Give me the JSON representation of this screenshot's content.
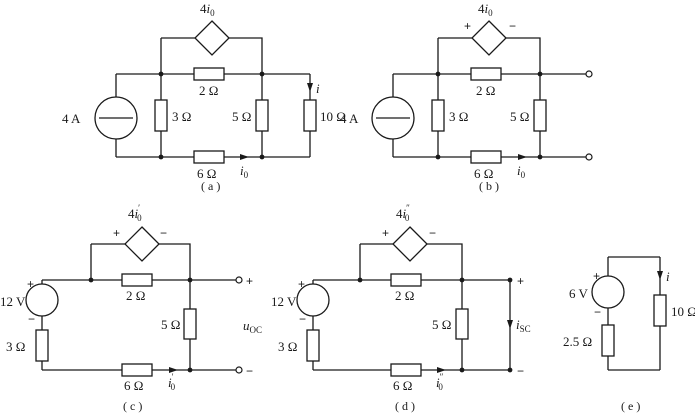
{
  "diagrams": {
    "a": {
      "caption": "( a )",
      "dep_source": {
        "coef": "4",
        "var": "i",
        "sub": "0"
      },
      "current_source": "4 A",
      "resistors": {
        "r2": "2 Ω",
        "r3": "3 Ω",
        "r5": "5 Ω",
        "r6": "6 Ω",
        "r10": "10 Ω"
      },
      "current_i": "i",
      "current_i0": {
        "var": "i",
        "sub": "0"
      }
    },
    "b": {
      "caption": "( b )",
      "dep_source": {
        "coef": "4",
        "var": "i",
        "sub": "0"
      },
      "plus": "+",
      "minus": "−",
      "current_source": "4 A",
      "resistors": {
        "r2": "2 Ω",
        "r3": "3 Ω",
        "r5": "5 Ω",
        "r6": "6 Ω"
      },
      "current_i0": {
        "var": "i",
        "sub": "0"
      }
    },
    "c": {
      "caption": "( c )",
      "dep_source": {
        "coef": "4",
        "var": "i",
        "prime": "′",
        "sub": "0"
      },
      "plus": "+",
      "minus": "−",
      "voltage_source": "12 V",
      "resistors": {
        "r2": "2 Ω",
        "r3": "3 Ω",
        "r5": "5 Ω",
        "r6": "6 Ω"
      },
      "u_oc": {
        "var": "u",
        "sub": "OC"
      },
      "current": {
        "var": "i",
        "prime": "′",
        "sub": "0"
      }
    },
    "d": {
      "caption": "( d )",
      "dep_source": {
        "coef": "4",
        "var": "i",
        "prime": "″",
        "sub": "0"
      },
      "plus": "+",
      "minus": "−",
      "voltage_source": "12 V",
      "resistors": {
        "r2": "2 Ω",
        "r3": "3 Ω",
        "r5": "5 Ω",
        "r6": "6 Ω"
      },
      "i_sc": {
        "var": "i",
        "sub": "SC"
      },
      "current": {
        "var": "i",
        "prime": "″",
        "sub": "0"
      }
    },
    "e": {
      "caption": "( e )",
      "plus": "+",
      "minus": "−",
      "voltage_source": "6 V",
      "resistors": {
        "r25": "2.5 Ω",
        "r10": "10 Ω"
      },
      "current_i": "i"
    }
  }
}
